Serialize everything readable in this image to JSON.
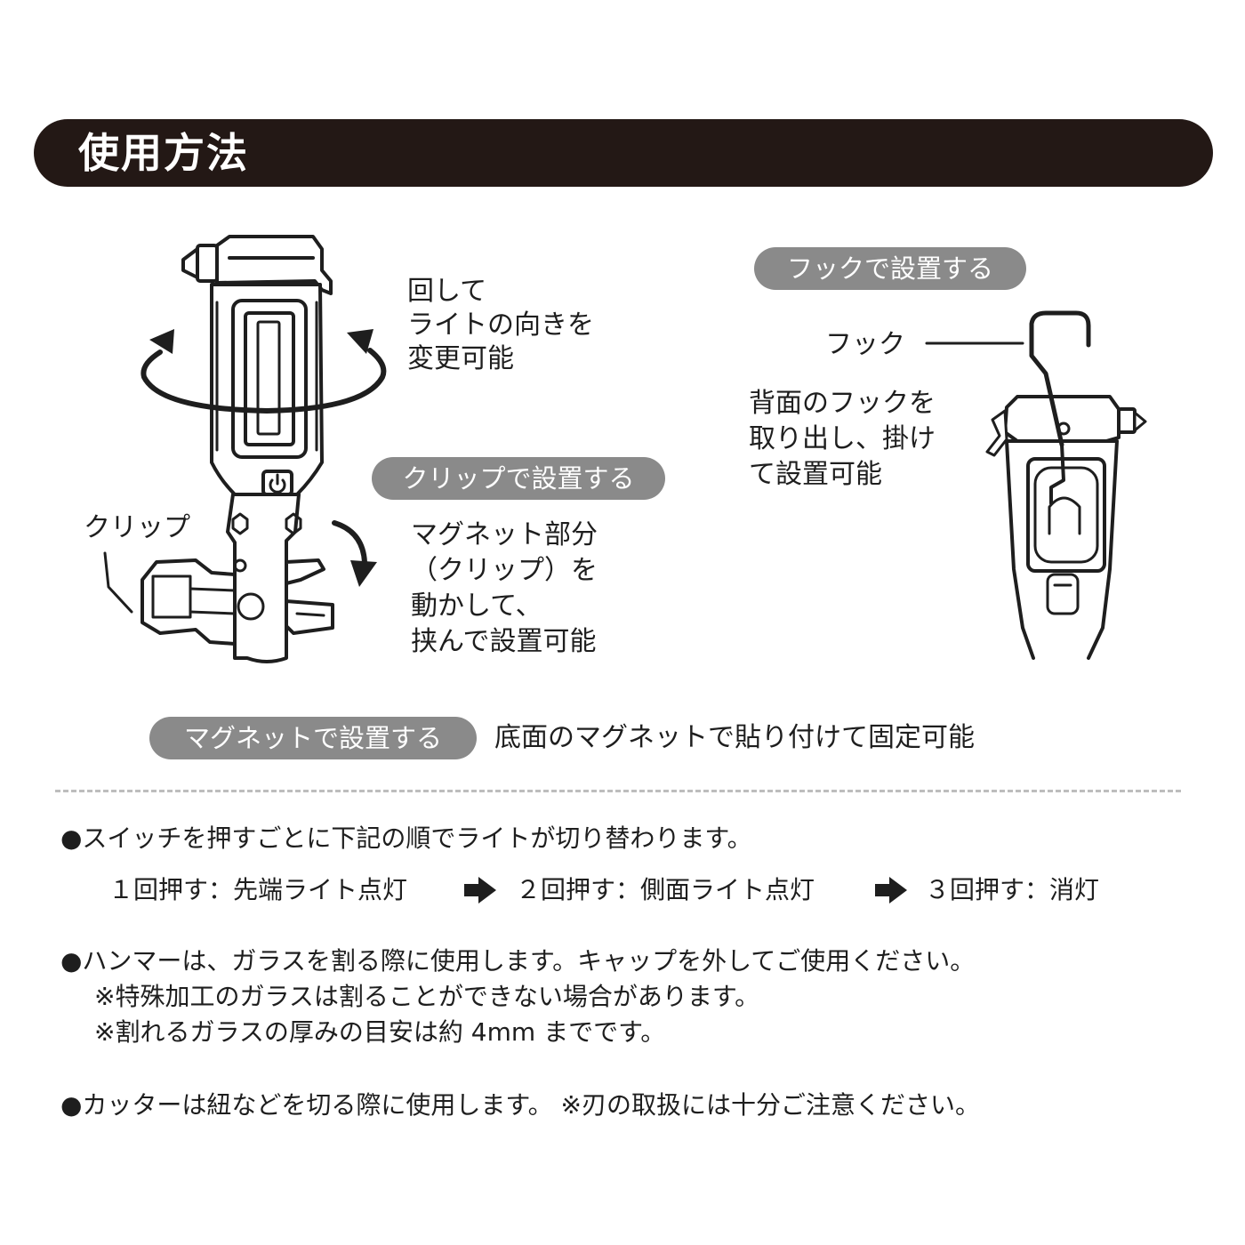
{
  "header": {
    "title": "使用方法"
  },
  "rotate": {
    "lines": [
      "回して",
      "ライトの向きを",
      "変更可能"
    ]
  },
  "clip": {
    "pill": "クリップで設置する",
    "label": "クリップ",
    "lines": [
      "マグネット部分",
      "（クリップ）を",
      "動かして、",
      "挟んで設置可能"
    ]
  },
  "hook": {
    "pill": "フックで設置する",
    "label": "フック",
    "lines": [
      "背面のフックを",
      "取り出し、掛け",
      "て設置可能"
    ]
  },
  "magnet": {
    "pill": "マグネットで設置する",
    "text": "底面のマグネットで貼り付けて固定可能"
  },
  "notes": {
    "switch": "●スイッチを押すごとに下記の順でライトが切り替わります。",
    "seq": [
      "１回押す：先端ライト点灯",
      "２回押す：側面ライト点灯",
      "３回押す：消灯"
    ],
    "hammer": "●ハンマーは、ガラスを割る際に使用します。キャップを外してご使用ください。",
    "hammer_note1": "※特殊加工のガラスは割ることができない場合があります。",
    "hammer_note2": "※割れるガラスの厚みの目安は約 4mm までです。",
    "cutter": "●カッターは紐などを切る際に使用します。 ※刃の取扱には十分ご注意ください。"
  },
  "icons": {
    "power": "power-icon",
    "rotate_arrow": "rotate-arrow-icon",
    "curved_arrow": "curved-arrow-icon",
    "sequence_arrow": "right-arrow-icon"
  },
  "colors": {
    "header": "#231815",
    "pill": "#8a8a8a",
    "text": "#1e1e1e",
    "divider": "#bdbdbd"
  }
}
